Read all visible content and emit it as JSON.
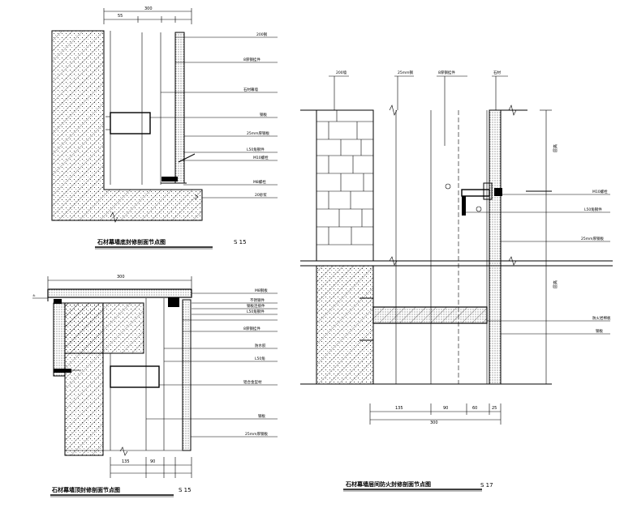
{
  "details": [
    {
      "caption": "石材幕墙底封修剖面节点图",
      "sheet": "S 15",
      "dims_top": [
        "55",
        "",
        "",
        ""
      ],
      "dim_total": "300",
      "labels": [
        "200钢",
        "8厚钢挂件",
        "石材幕墙",
        "钢板",
        "25mm厚钢板",
        "L50角钢件",
        "M10螺栓",
        "M8螺栓",
        "20砂浆"
      ]
    },
    {
      "caption": "石材幕墙顶封修剖面节点图",
      "sheet": "S 15",
      "dim_top_total": "300",
      "dims_bottom": [
        "135",
        "90",
        "",
        ""
      ],
      "labels": [
        "M8钢板",
        "不锈钢件",
        "钢板连接件",
        "L50角钢件",
        "8厚钢挂件",
        "防水胶",
        "L50角",
        "铝合金型材",
        "钢板",
        "25mm厚钢板"
      ]
    },
    {
      "caption": "石材幕墙层间防火封修剖面节点图",
      "sheet": "S 17",
      "dims_bottom": [
        "135",
        "90",
        "60",
        "25"
      ],
      "dim_total": "300",
      "top_labels": [
        "200墙",
        "25mm钢",
        "8厚钢挂件",
        "石材"
      ],
      "right_labels": [
        "M10螺栓",
        "L50角钢件",
        "25mm厚钢板",
        "防火岩棉板",
        "钢板"
      ],
      "height_labels": [
        "层高",
        "层高"
      ]
    }
  ]
}
